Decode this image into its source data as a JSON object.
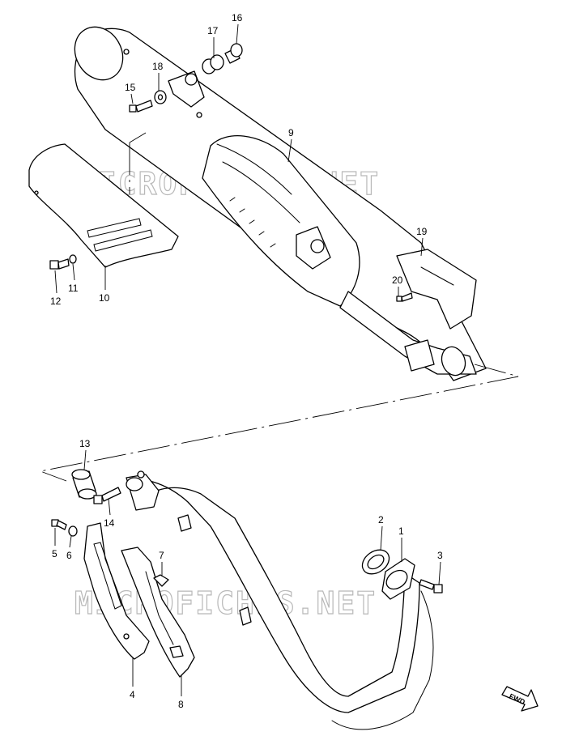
{
  "watermark": "MICROFICHES.NET",
  "direction_badge": "FWD",
  "callouts": [
    {
      "id": "1",
      "label": "1"
    },
    {
      "id": "2",
      "label": "2"
    },
    {
      "id": "3",
      "label": "3"
    },
    {
      "id": "4",
      "label": "4"
    },
    {
      "id": "5",
      "label": "5"
    },
    {
      "id": "6",
      "label": "6"
    },
    {
      "id": "7",
      "label": "7"
    },
    {
      "id": "8",
      "label": "8"
    },
    {
      "id": "9",
      "label": "9"
    },
    {
      "id": "10",
      "label": "10"
    },
    {
      "id": "11",
      "label": "11"
    },
    {
      "id": "12",
      "label": "12"
    },
    {
      "id": "13",
      "label": "13"
    },
    {
      "id": "14",
      "label": "14"
    },
    {
      "id": "15",
      "label": "15"
    },
    {
      "id": "16",
      "label": "16"
    },
    {
      "id": "17",
      "label": "17"
    },
    {
      "id": "18",
      "label": "18"
    },
    {
      "id": "19",
      "label": "19"
    },
    {
      "id": "20",
      "label": "20"
    }
  ]
}
